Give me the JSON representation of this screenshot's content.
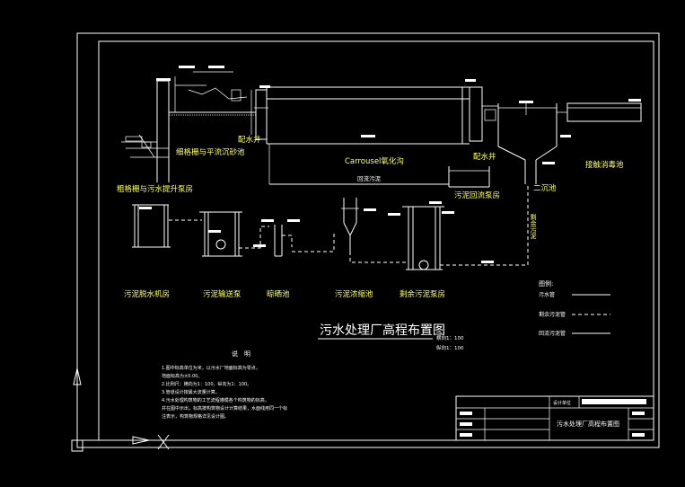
{
  "title": "污水处理厂高程布置图",
  "scale": {
    "h": "横向1：100",
    "v": "纵向1：100"
  },
  "units": [
    {
      "id": "coarse",
      "label": "粗格栅与污水提升泵房"
    },
    {
      "id": "fine",
      "label": "细格栅与平流沉砂池"
    },
    {
      "id": "dist1",
      "label": "配水井"
    },
    {
      "id": "oxid",
      "label": "Carrousel氧化沟"
    },
    {
      "id": "dist2",
      "label": "配水井"
    },
    {
      "id": "clar",
      "label": "二沉池"
    },
    {
      "id": "contact",
      "label": "接触消毒池"
    },
    {
      "id": "pump",
      "label": "污泥回流泵房"
    },
    {
      "id": "dewater",
      "label": "污泥脱水机房"
    },
    {
      "id": "sludgepump",
      "label": "污泥输送泵"
    },
    {
      "id": "drypond",
      "label": "晾晒池"
    },
    {
      "id": "thick",
      "label": "污泥浓缩池"
    },
    {
      "id": "remain",
      "label": "剩余污泥泵房"
    }
  ],
  "annotations": {
    "return_pipe": "回流污泥",
    "excess_sludge": "剩余污泥"
  },
  "legend": {
    "header": "图例:",
    "items": [
      {
        "label": "污水管",
        "style": "solid"
      },
      {
        "label": "剩余污泥管",
        "style": "dashed"
      },
      {
        "label": "回流污泥管",
        "style": "solid"
      }
    ]
  },
  "notes": {
    "header": "说　明",
    "lines": [
      "1.图中标高单位为米，以污水厂地面标高为零点，",
      "  地面标高为±0.00。",
      "2.比例尺：横向为1：100，纵向为1：100。",
      "3.管道设计按最大流量计算。",
      "4.污水处理构筑物的工艺流程遵循各个构筑物的标高，",
      "  并在图中示出，标高按构筑物设计计算结果，水面线用同一个标",
      "  注表示，构筑物规格详见设计图。"
    ]
  },
  "titleblock": {
    "small": "设计单位",
    "drawing": "污水处理厂高程布置图"
  }
}
